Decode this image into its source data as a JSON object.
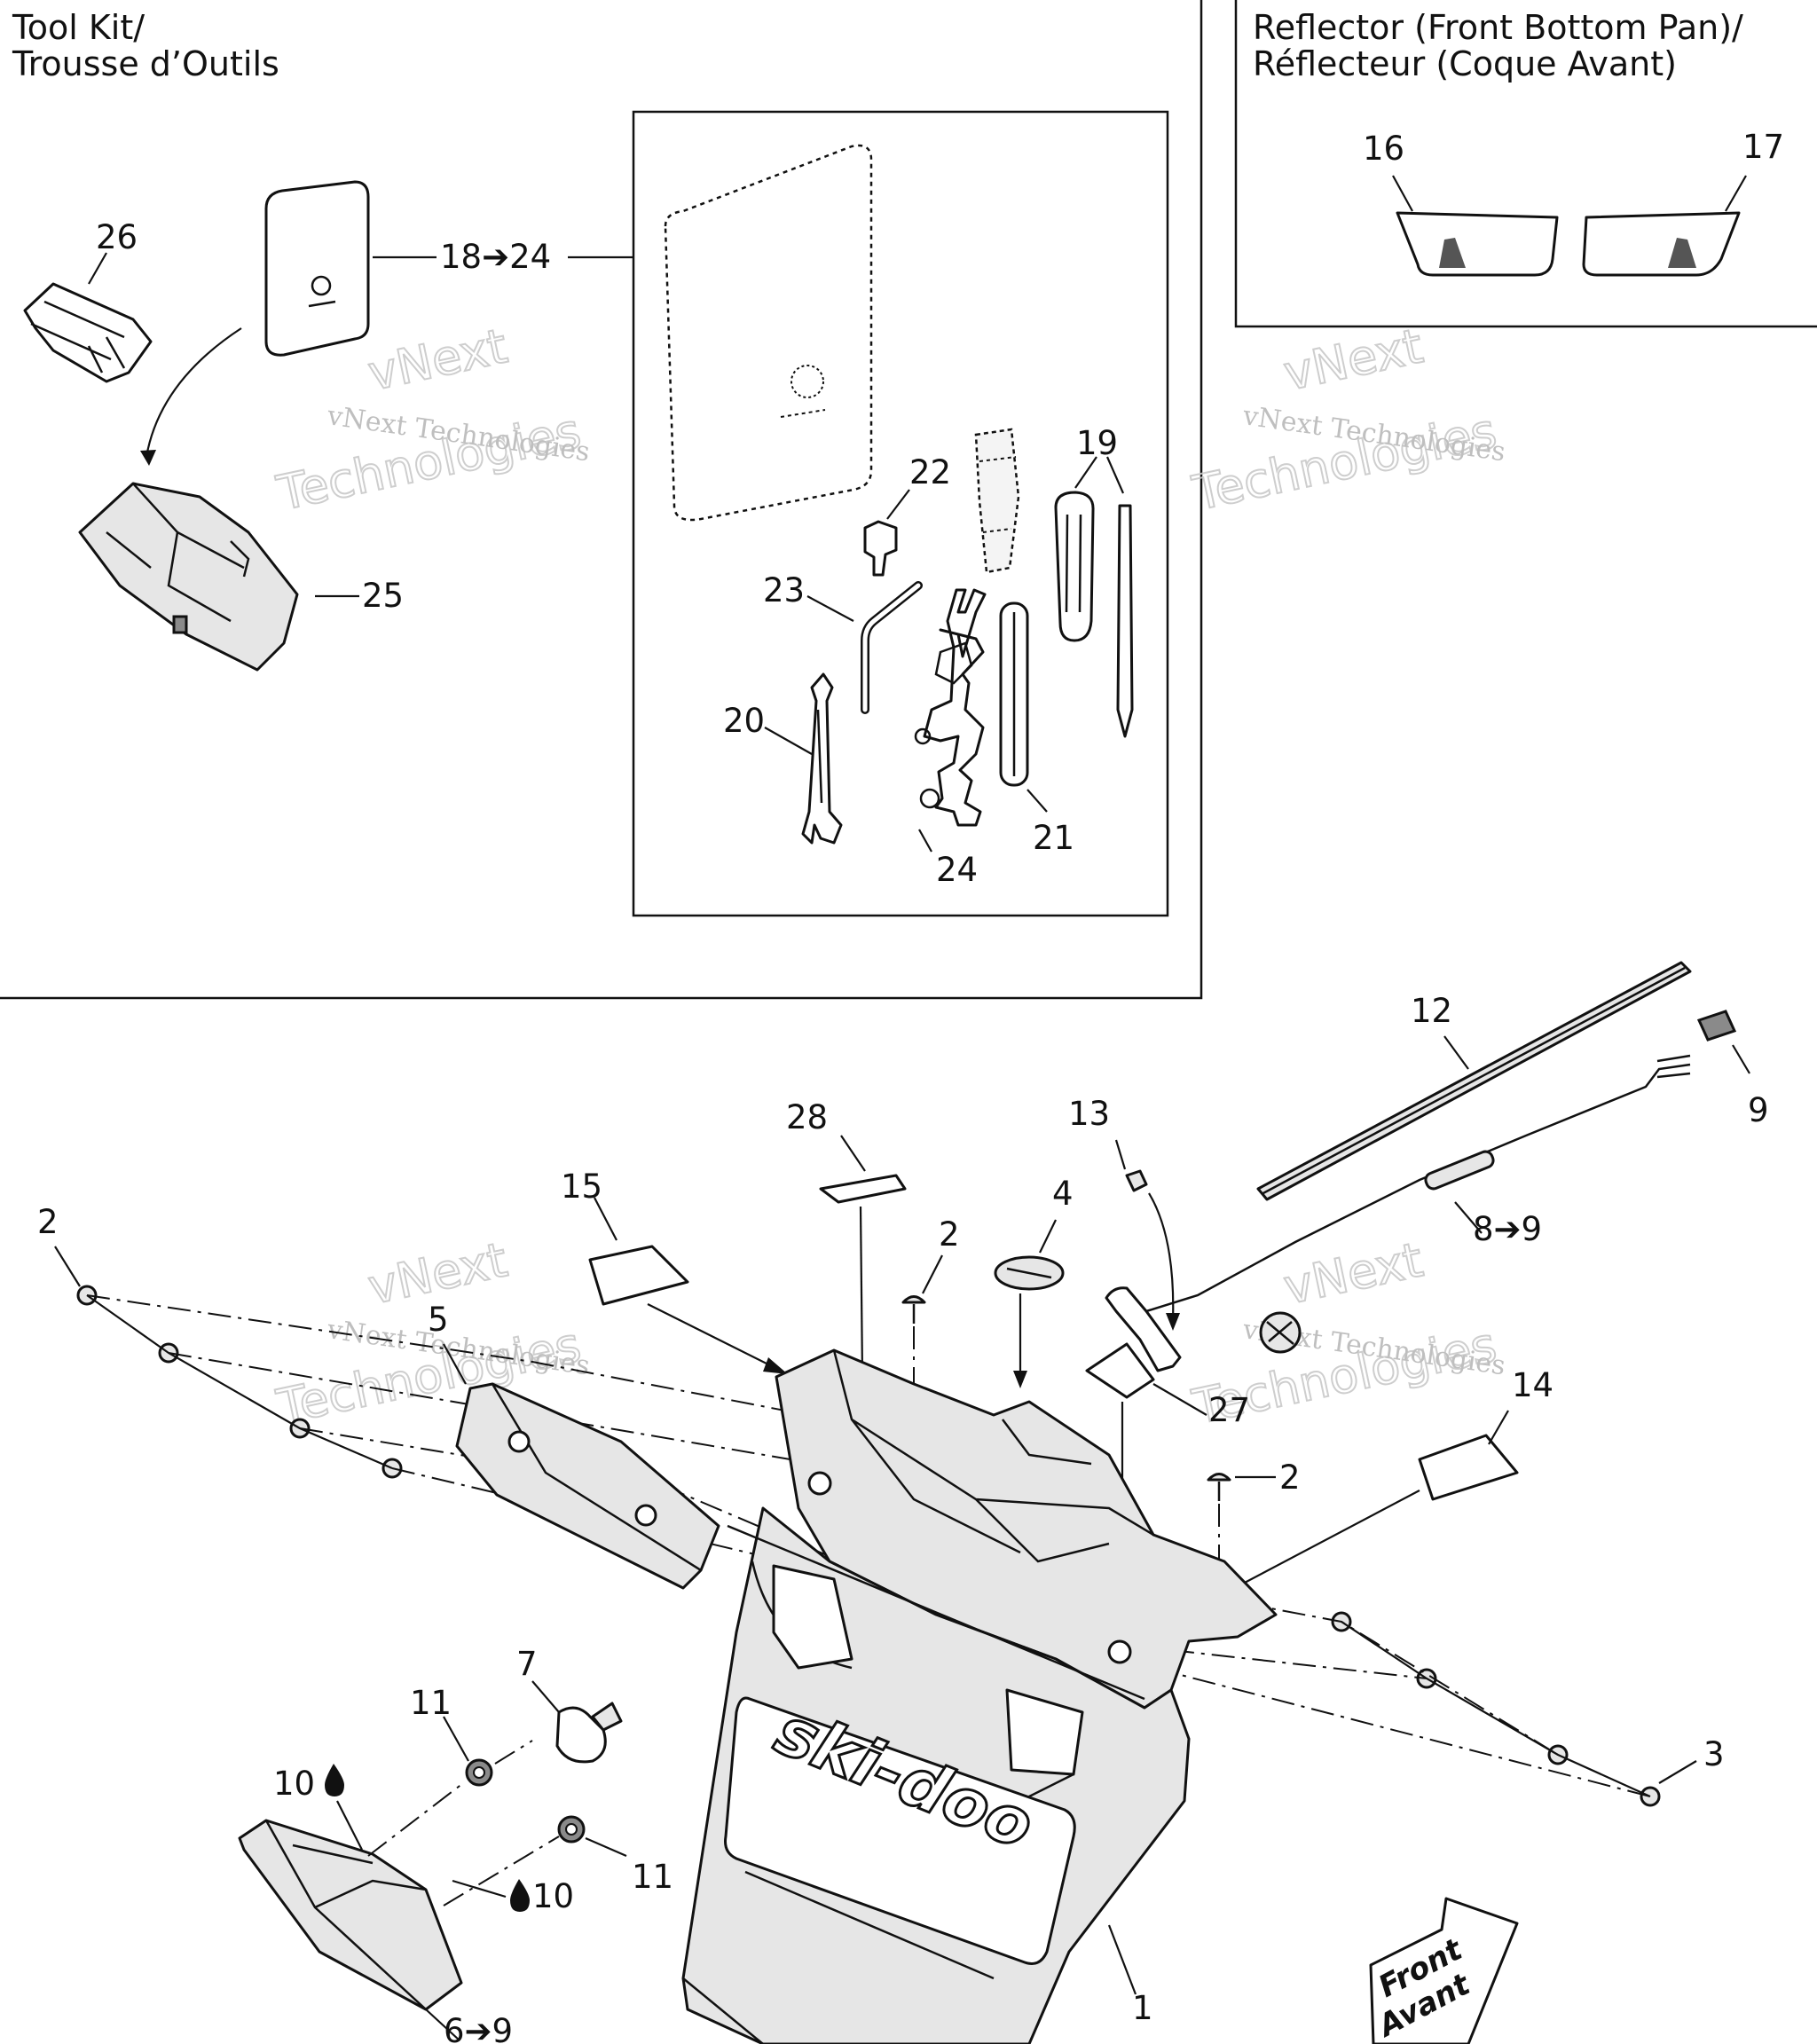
{
  "sections": {
    "toolkit_title": [
      "Tool Kit/",
      "Trousse d’Outils"
    ],
    "reflector_title": [
      "Reflector (Front Bottom Pan)/",
      "Réflecteur (Coque Avant)"
    ]
  },
  "callouts": {
    "c26": "26",
    "c18_24": "18➔24",
    "c25": "25",
    "c22": "22",
    "c19": "19",
    "c23": "23",
    "c20": "20",
    "c21": "21",
    "c24": "24",
    "c16": "16",
    "c17": "17",
    "c12": "12",
    "c9": "9",
    "c13": "13",
    "c28": "28",
    "c4": "4",
    "c8_9": "8➔9",
    "c15": "15",
    "c2_left": "2",
    "c2_mid": "2",
    "c2_right": "2",
    "c5": "5",
    "c27": "27",
    "c14": "14",
    "c3": "3",
    "c7": "7",
    "c11_top": "11",
    "c10_top": "10",
    "c10_bottom": "10",
    "c11_bottom": "11",
    "c1": "1",
    "c6_9": "6➔9"
  },
  "watermark": {
    "line": "vNext Technologies",
    "big_top": "vNext",
    "big_bottom": "Technologies"
  },
  "logo": {
    "brand": "ski-doo"
  },
  "direction_arrow": {
    "line1": "Front",
    "line2": "Avant"
  },
  "icons": {
    "arrow_glyph": "heavy-right-arrow",
    "drop_glyph": "fluid-drop-icon"
  }
}
